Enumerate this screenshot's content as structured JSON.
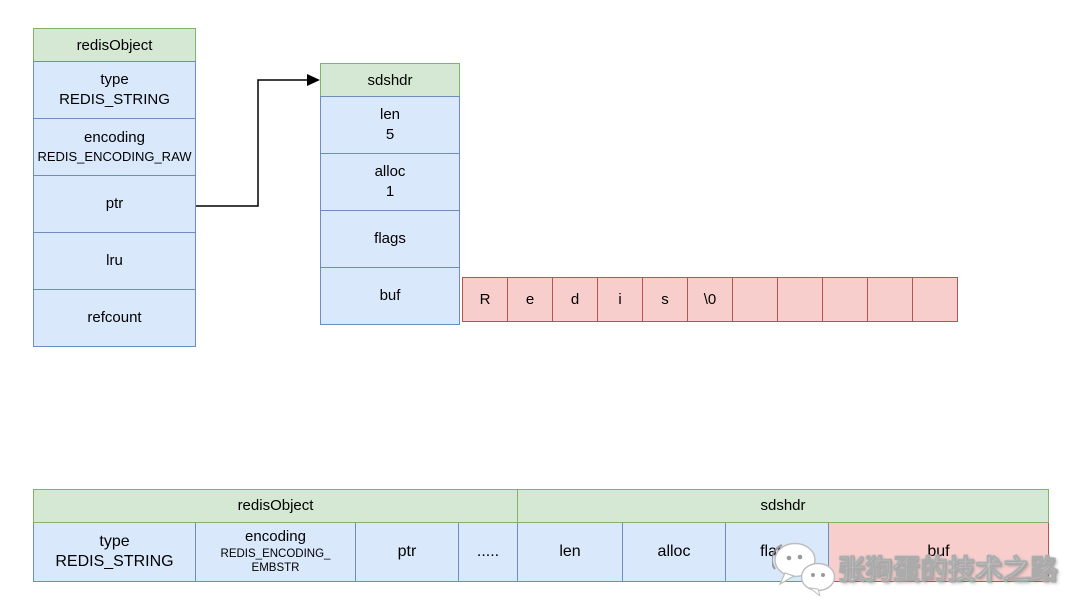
{
  "colors": {
    "green_fill": "#d5e8d4",
    "green_border": "#82b366",
    "blue_fill": "#dae8fc",
    "blue_border": "#6c8ebf",
    "pink_fill": "#f8cecc",
    "pink_border": "#b85450",
    "arrow": "#000000"
  },
  "top_diagram": {
    "redis_object": {
      "title": "redisObject",
      "fields": [
        {
          "lines": [
            "type",
            "REDIS_STRING"
          ]
        },
        {
          "lines": [
            "encoding",
            "REDIS_ENCODING_RAW"
          ]
        },
        {
          "lines": [
            "ptr"
          ]
        },
        {
          "lines": [
            "lru"
          ]
        },
        {
          "lines": [
            "refcount"
          ]
        }
      ]
    },
    "sdshdr": {
      "title": "sdshdr",
      "fields": [
        {
          "lines": [
            "len",
            "5"
          ]
        },
        {
          "lines": [
            "alloc",
            "1"
          ]
        },
        {
          "lines": [
            "flags"
          ]
        },
        {
          "lines": [
            "buf"
          ]
        }
      ]
    },
    "buf_cells": [
      "R",
      "e",
      "d",
      "i",
      "s",
      "\\0",
      "",
      "",
      "",
      "",
      ""
    ]
  },
  "bottom_table": {
    "header_left": "redisObject",
    "header_right": "sdshdr",
    "cells": [
      {
        "lines": [
          "type",
          "REDIS_STRING"
        ]
      },
      {
        "lines": [
          "encoding",
          "REDIS_ENCODING_",
          "EMBSTR"
        ]
      },
      {
        "lines": [
          "ptr"
        ]
      },
      {
        "lines": [
          "....."
        ]
      },
      {
        "lines": [
          "len"
        ]
      },
      {
        "lines": [
          "alloc"
        ]
      },
      {
        "lines": [
          "flags"
        ]
      },
      {
        "lines": [
          "buf"
        ]
      }
    ]
  },
  "watermark": {
    "icon": "wechat-icon",
    "text": "张狗蛋的技术之路"
  }
}
